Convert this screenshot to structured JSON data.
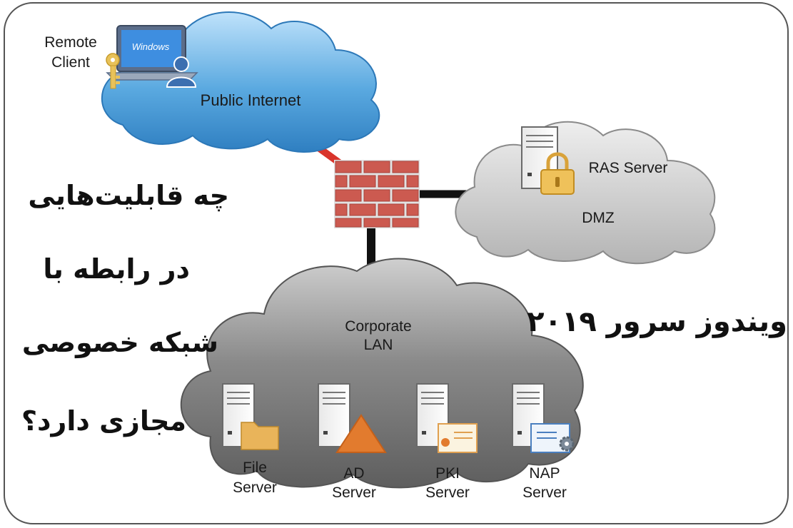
{
  "remote_client": {
    "line1": "Remote",
    "line2": "Client",
    "laptop_screen_text": "Windows"
  },
  "public_internet": {
    "label": "Public Internet"
  },
  "dmz": {
    "label": "DMZ",
    "server_label": "RAS Server"
  },
  "corporate_lan": {
    "line1": "Corporate",
    "line2": "LAN"
  },
  "servers": [
    {
      "line1": "File",
      "line2": "Server",
      "badge": "folder"
    },
    {
      "line1": "AD",
      "line2": "Server",
      "badge": "triangle"
    },
    {
      "line1": "PKI",
      "line2": "Server",
      "badge": "certificate"
    },
    {
      "line1": "NAP",
      "line2": "Server",
      "badge": "certificate-gear"
    }
  ],
  "overlay_text": {
    "line1": "چه قابلیت‌هایی",
    "line2": "در رابطه با",
    "line3": "شبکه خصوصی",
    "line4": "مجازی دارد؟",
    "right": "ویندوز سرور ۲۰۱۹"
  },
  "colors": {
    "internet_cloud": "#3a8fd0",
    "dmz_cloud": "#b8b8b8",
    "lan_cloud": "#6f6f6f",
    "firewall": "#cc5a50",
    "link_internet": "#d9342b",
    "link_other": "#111111",
    "badge_orange": "#e27b2e"
  }
}
